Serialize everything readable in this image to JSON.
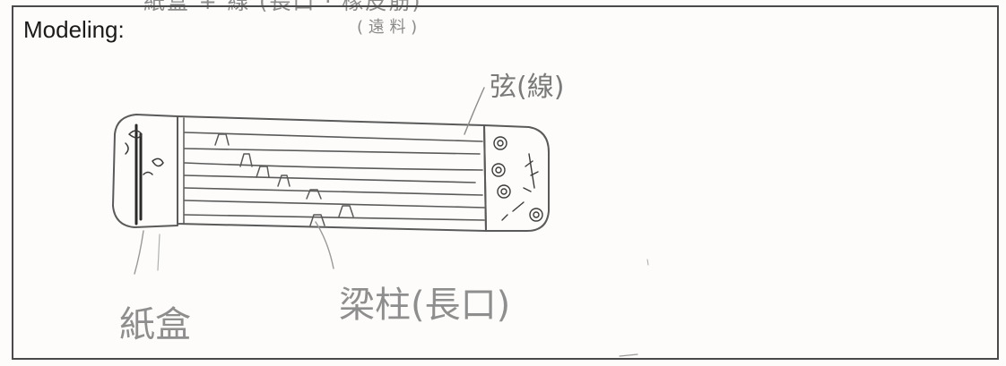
{
  "header": {
    "title": "Modeling:",
    "cut_off_text": "紙盒 + 線 (長口 · 橡皮筋)"
  },
  "annotations": {
    "top_note": "( 遠 料 )",
    "string_label": "弦(線)",
    "box_label": "紙盒",
    "bridge_label": "梁柱(長口)"
  }
}
